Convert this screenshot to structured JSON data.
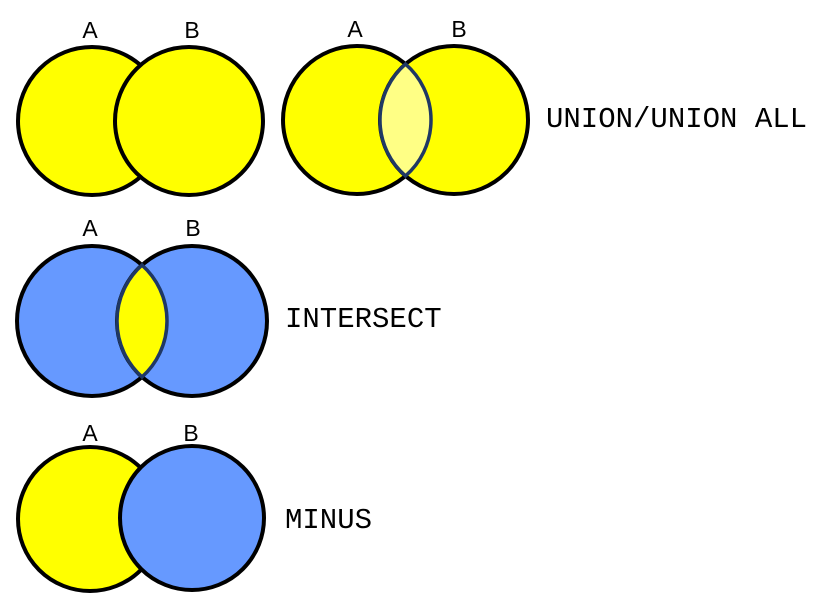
{
  "colors": {
    "background": "#FFFFFF",
    "set_yellow": "#FFFF00",
    "set_blue": "#6699FF",
    "union_overlap_fill": "#FFFF85",
    "overlap_outline": "#1F3864",
    "circle_outline": "#000000",
    "text": "#000000"
  },
  "rows": [
    {
      "operation_label": "UNION/UNION ALL",
      "diagrams": [
        {
          "circle_a_label": "A",
          "circle_b_label": "B",
          "circle_a_fill": "#FFFF00",
          "circle_b_fill": "#FFFF00"
        },
        {
          "circle_a_label": "A",
          "circle_b_label": "B",
          "circle_a_fill": "#FFFF00",
          "circle_b_fill": "#FFFF00",
          "overlap_fill": "#FFFF85"
        }
      ]
    },
    {
      "operation_label": "INTERSECT",
      "diagrams": [
        {
          "circle_a_label": "A",
          "circle_b_label": "B",
          "circle_a_fill": "#6699FF",
          "circle_b_fill": "#6699FF",
          "overlap_fill": "#FFFF00"
        }
      ]
    },
    {
      "operation_label": "MINUS",
      "diagrams": [
        {
          "circle_a_label": "A",
          "circle_b_label": "B",
          "circle_a_fill": "#FFFF00",
          "circle_b_fill": "#6699FF"
        }
      ]
    }
  ]
}
